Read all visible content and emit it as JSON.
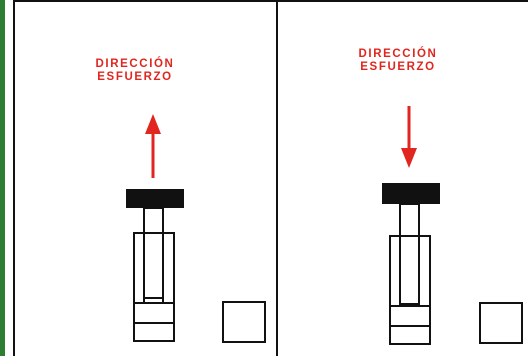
{
  "panels": [
    {
      "label_line1": "DIRECCIÓN",
      "label_line2": "ESFUERZO",
      "arrow_direction": "up"
    },
    {
      "label_line1": "DIRECCIÓN",
      "label_line2": "ESFUERZO",
      "arrow_direction": "down"
    }
  ],
  "colors": {
    "arrow": "#e0261f",
    "label": "#e0261f",
    "cylinder_cap": "#111111",
    "outline": "#111111",
    "left_accent": "#2f7d32"
  }
}
